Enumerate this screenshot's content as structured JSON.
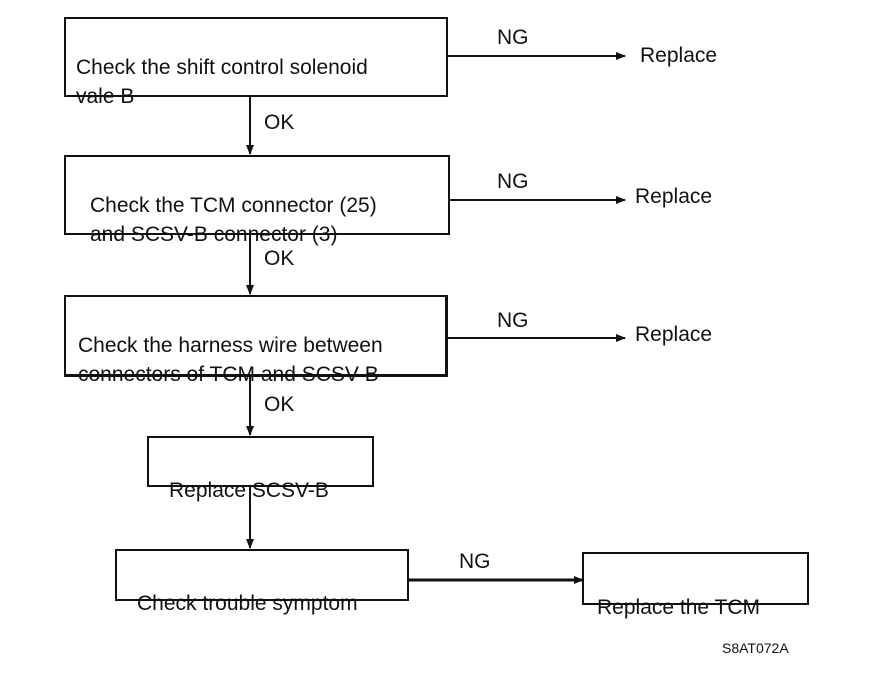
{
  "flowchart": {
    "steps": [
      {
        "text": "Check the shift control solenoid\nvale B",
        "ng_label": "NG",
        "ng_result": "Replace"
      },
      {
        "text": "Check the TCM connector (25)\nand SCSV-B connector (3)",
        "ng_label": "NG",
        "ng_result": "Replace"
      },
      {
        "text": "Check the harness wire between\nconnectors of TCM and SCSV-B",
        "ng_label": "NG",
        "ng_result": "Replace"
      },
      {
        "text": "Replace SCSV-B"
      },
      {
        "text": "Check trouble symptom",
        "ng_label": "NG",
        "ng_result": "Replace the TCM"
      }
    ],
    "ok_labels": [
      "OK",
      "OK",
      "OK"
    ]
  },
  "figure_code": "S8AT072A"
}
